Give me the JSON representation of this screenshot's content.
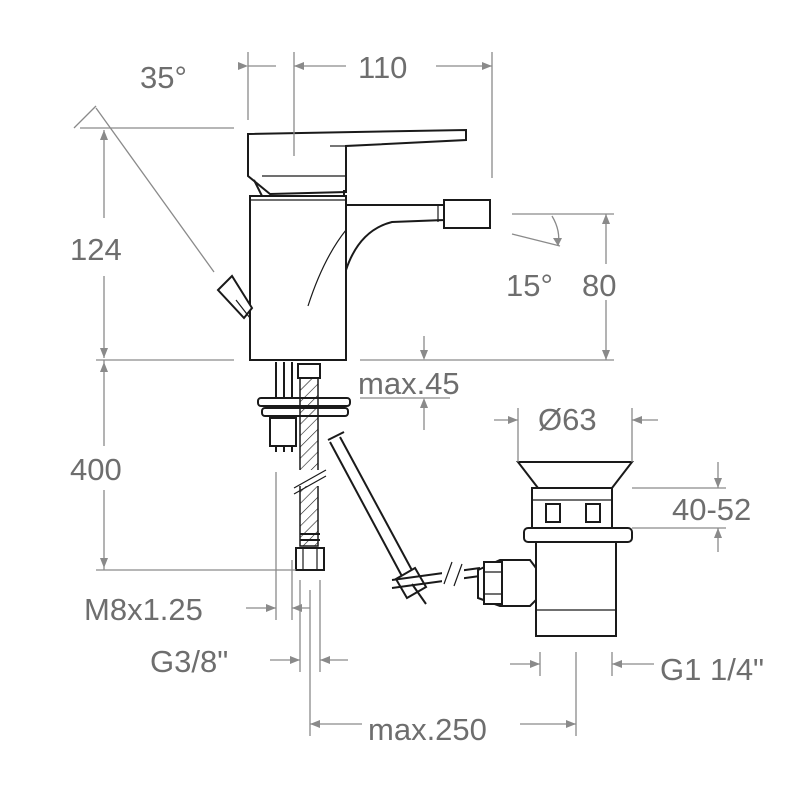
{
  "diagram": {
    "labels": {
      "angle_lever": "35°",
      "width_top": "110",
      "height_body": "124",
      "angle_spout": "15°",
      "height_spout": "80",
      "max_deck": "max.45",
      "dia_waste": "Ø63",
      "waste_range": "40-52",
      "length_hoses": "400",
      "thread_stud": "M8x1.25",
      "thread_hose": "G3/8\"",
      "thread_waste": "G1 1/4\"",
      "max_rod": "max.250"
    }
  }
}
